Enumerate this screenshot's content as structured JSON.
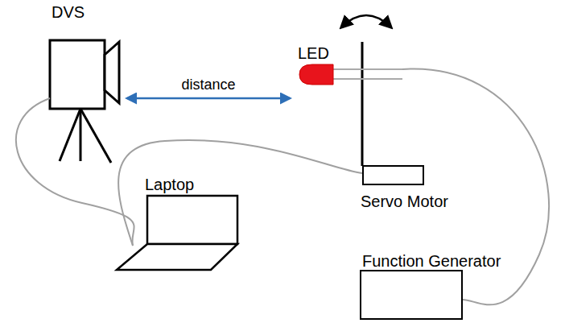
{
  "diagram": {
    "nodes": [
      {
        "text": [
          "DVS"
        ]
      },
      {
        "text": [
          "LED"
        ]
      },
      {
        "text": [
          "Laptop"
        ]
      },
      {
        "text": [
          "Servo Motor"
        ]
      },
      {
        "text": [
          "Function Generator"
        ]
      }
    ],
    "edges": [
      {
        "from": 0,
        "to": 1,
        "arrow": "both",
        "label": "distance"
      },
      {
        "from": 0,
        "to": 2,
        "arrow": "none"
      },
      {
        "from": 2,
        "to": 3,
        "arrow": "none"
      },
      {
        "from": 1,
        "to": 4,
        "arrow": "none"
      }
    ]
  }
}
